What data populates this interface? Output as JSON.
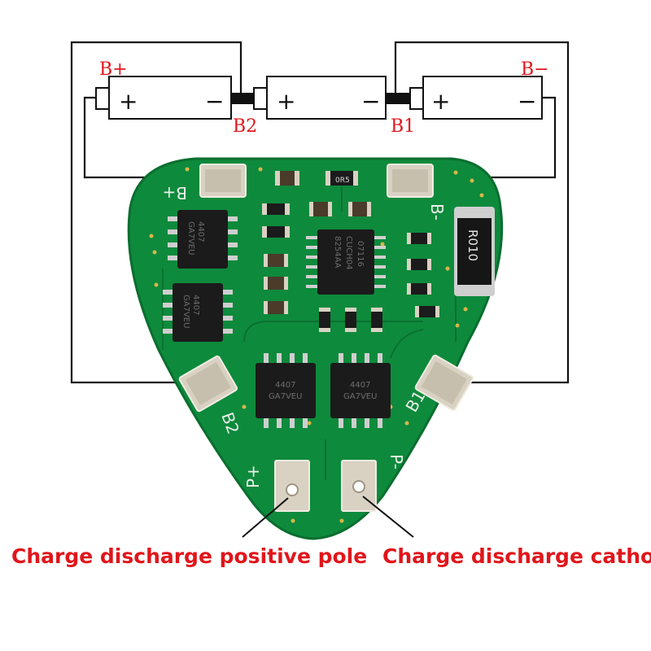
{
  "wiring_labels": {
    "b_plus": "B+",
    "b_minus": "B−",
    "b2": "B2",
    "b1": "B1"
  },
  "cells": [
    {
      "plus": "+",
      "minus": "−"
    },
    {
      "plus": "+",
      "minus": "−"
    },
    {
      "plus": "+",
      "minus": "−"
    }
  ],
  "board": {
    "silkscreen": {
      "b_plus": "B+",
      "b_minus": "B-",
      "b2": "B2",
      "b1": "B1",
      "p_plus": "P+",
      "p_minus": "P-"
    },
    "resistor_marking": "R010",
    "controller_ic": {
      "line1": "8254AA",
      "line2": "CUCH04",
      "line3": "07116"
    },
    "mosfet_marking": {
      "line1": "4407",
      "line2": "GA7VEU"
    },
    "smd_marking": "0R5",
    "colors": {
      "pcb": "#0e8a3c",
      "pcb_dark": "#0a6e2f",
      "pad": "#d9d2c3",
      "chip": "#1b1b1b"
    }
  },
  "captions": {
    "left": "Charge discharge positive pole",
    "right": "Charge discharge cathode"
  },
  "colors": {
    "label_red": "#e0161b",
    "wire": "#111111"
  }
}
